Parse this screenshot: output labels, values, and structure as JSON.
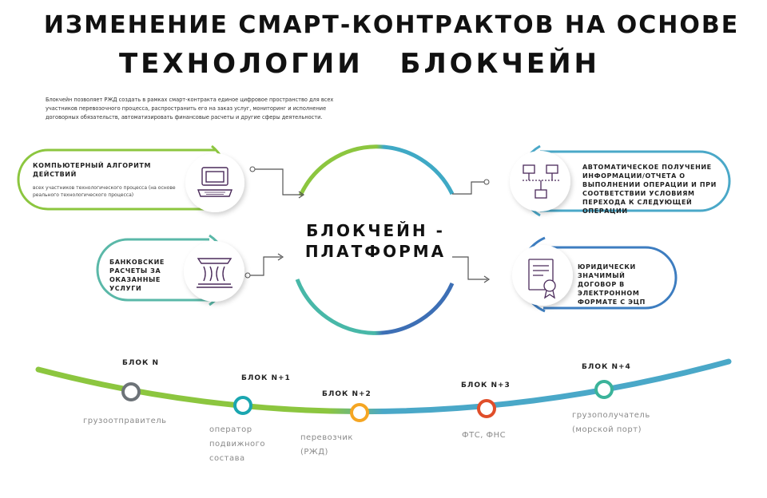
{
  "title": {
    "line1": "Изменение смарт-контрактов на основе",
    "line2": "технологии блокчейн"
  },
  "intro": "Блокчейн позволяет РЖД создать в рамках смарт-контракта единое цифровое пространство для всех участников перевозочного процесса, распространить его на заказ услуг, мониторинг и исполнение договорных обязательств, автоматизировать финансовые расчеты и другие сферы деятельности.",
  "center": {
    "line1": "Блокчейн -",
    "line2": "платформа"
  },
  "cards": [
    {
      "title": "компьютерный алгоритм действий",
      "subtitle": "всех участников технологического процесса (на основе реального технологического процесса)",
      "icon": "laptop-icon",
      "color": "#8cc63f"
    },
    {
      "title": "банковские расчеты за оказанные услуги",
      "icon": "bank-icon",
      "color": "#5ab8a8"
    },
    {
      "title": "автоматическое получение информации/отчета о выполнении операции и при соответствии условиям перехода к следующей операции",
      "icon": "network-icon",
      "color": "#4aa8c8"
    },
    {
      "title": "юридически значимый договор в электронном формате с ЭЦП",
      "icon": "certificate-icon",
      "color": "#3d7dc0"
    }
  ],
  "blocks": [
    {
      "label": "БЛОК N",
      "role": [
        "грузоотправитель"
      ],
      "color": "#6d7378"
    },
    {
      "label": "БЛОК N+1",
      "role": [
        "оператор",
        "подвижного",
        "состава"
      ],
      "color": "#1aa6b0"
    },
    {
      "label": "БЛОК N+2",
      "role": [
        "перевозчик",
        "(РЖД)"
      ],
      "color": "#f5a623"
    },
    {
      "label": "БЛОК N+3",
      "role": [
        "ФТС, ФНС"
      ],
      "color": "#e04e2a"
    },
    {
      "label": "БЛОК N+4",
      "role": [
        "грузополучатель",
        "(морской порт)"
      ],
      "color": "#3bb39a"
    }
  ],
  "colors": {
    "green": "#8cc63f",
    "teal": "#3fa9c5",
    "blue": "#3d6fb5"
  }
}
